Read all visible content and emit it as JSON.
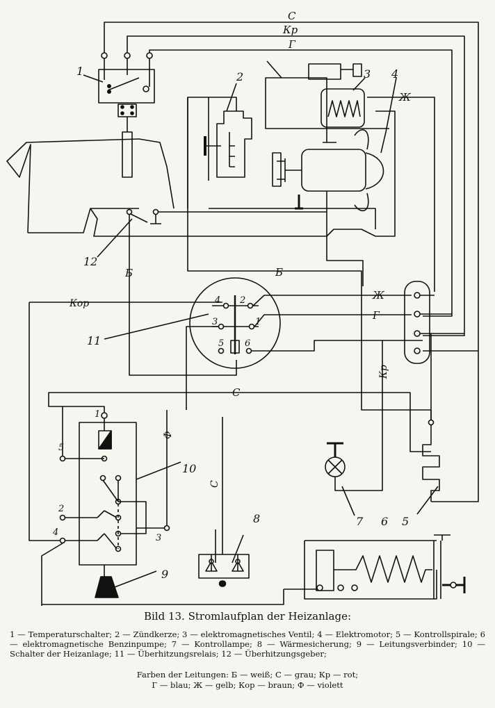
{
  "figure": {
    "title": "Bild 13. Stromlaufplan der Heizanlage:",
    "legend": "1 — Temperaturschalter; 2 — Zündkerze; 3 — elektromagnetisches Ventil; 4 — Elektromotor; 5 — Kontrollspirale; 6 — elektromagnetische Benzinpumpe; 7 — Kontrollampe; 8 — Wärmesicherung; 9 — Leitungsverbinder; 10 — Schalter der Heizanlage; 11 — Überhitzungsrelais; 12 — Überhitzungsgeber;",
    "colors_line1": "Farben der Leitungen: Б — weiß; С — grau; Кр — rot;",
    "colors_line2": "Г — blau; Ж — gelb; Кор — braun; Ф — violett"
  },
  "wire_labels": {
    "c_top": "С",
    "kp_top": "Кр",
    "g_top": "Г",
    "zh_right": "Ж",
    "b_left": "Б",
    "b_mid": "Б",
    "kor": "Кор",
    "zh_relay": "Ж",
    "g_relay": "Г",
    "kp_vertical": "Кр",
    "c_mid": "С",
    "f_vertical": "Ф",
    "c_lower": "С"
  },
  "component_numbers": {
    "n1": "1",
    "n2": "2",
    "n3": "3",
    "n4": "4",
    "n5": "5",
    "n6": "6",
    "n7": "7",
    "n8": "8",
    "n9": "9",
    "n10": "10",
    "n11": "11",
    "n12": "12"
  },
  "terminal_numbers": {
    "relay_4": "4",
    "relay_2": "2",
    "relay_3": "3",
    "relay_1": "1",
    "relay_5": "5",
    "relay_6": "6",
    "switch_1": "1",
    "switch_5": "5",
    "switch_2": "2",
    "switch_4": "4",
    "switch_3": "3"
  }
}
